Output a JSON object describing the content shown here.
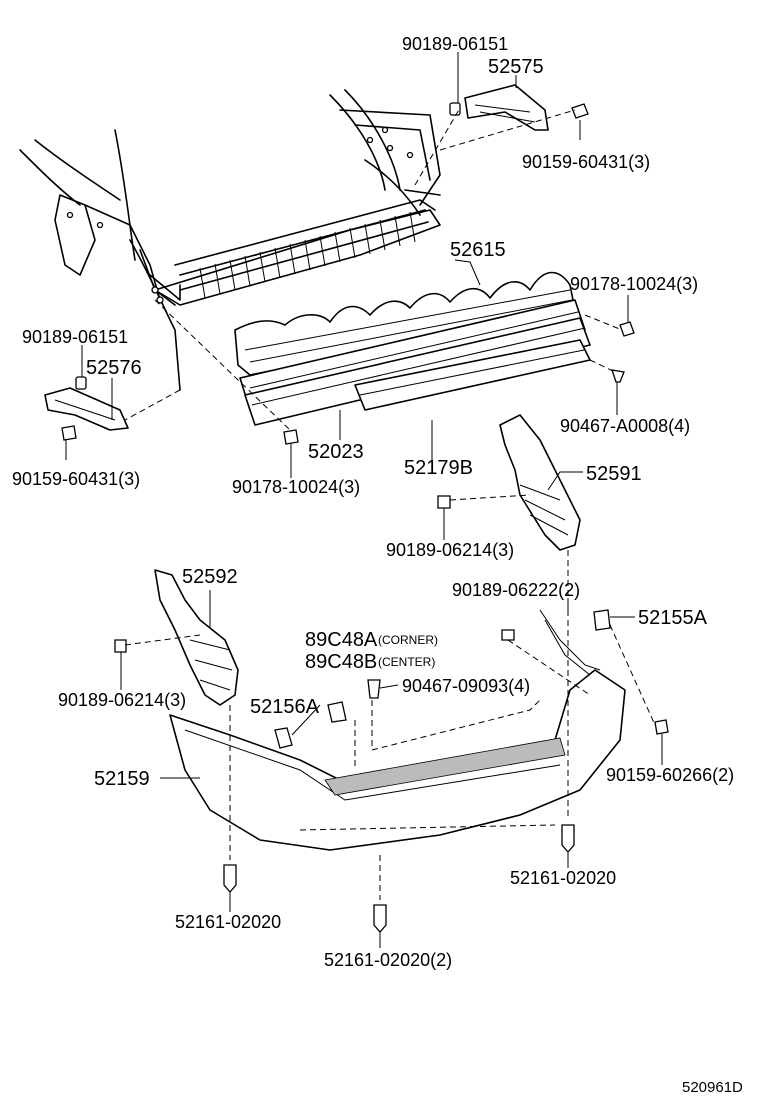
{
  "labels": {
    "p1": "90189-06151",
    "p2": "52575",
    "p3": "90159-60431(3)",
    "p4": "52615",
    "p5": "90178-10024(3)",
    "p6": "90189-06151",
    "p7": "52576",
    "p8": "90467-A0008(4)",
    "p9": "90159-60431(3)",
    "p10": "52023",
    "p11": "52179B",
    "p12": "90178-10024(3)",
    "p13": "52591",
    "p14": "90189-06214(3)",
    "p15": "52592",
    "p16": "90189-06222(2)",
    "p17": "52155A",
    "p18": "89C48A",
    "p18n": "(CORNER)",
    "p19": "89C48B",
    "p19n": "(CENTER)",
    "p20": "90189-06214(3)",
    "p21": "52156A",
    "p22": "90467-09093(4)",
    "p23": "52159",
    "p24": "90159-60266(2)",
    "p25": "52161-02020",
    "p26": "52161-02020",
    "p27": "52161-02020(2)"
  },
  "diagram_id": "520961D"
}
